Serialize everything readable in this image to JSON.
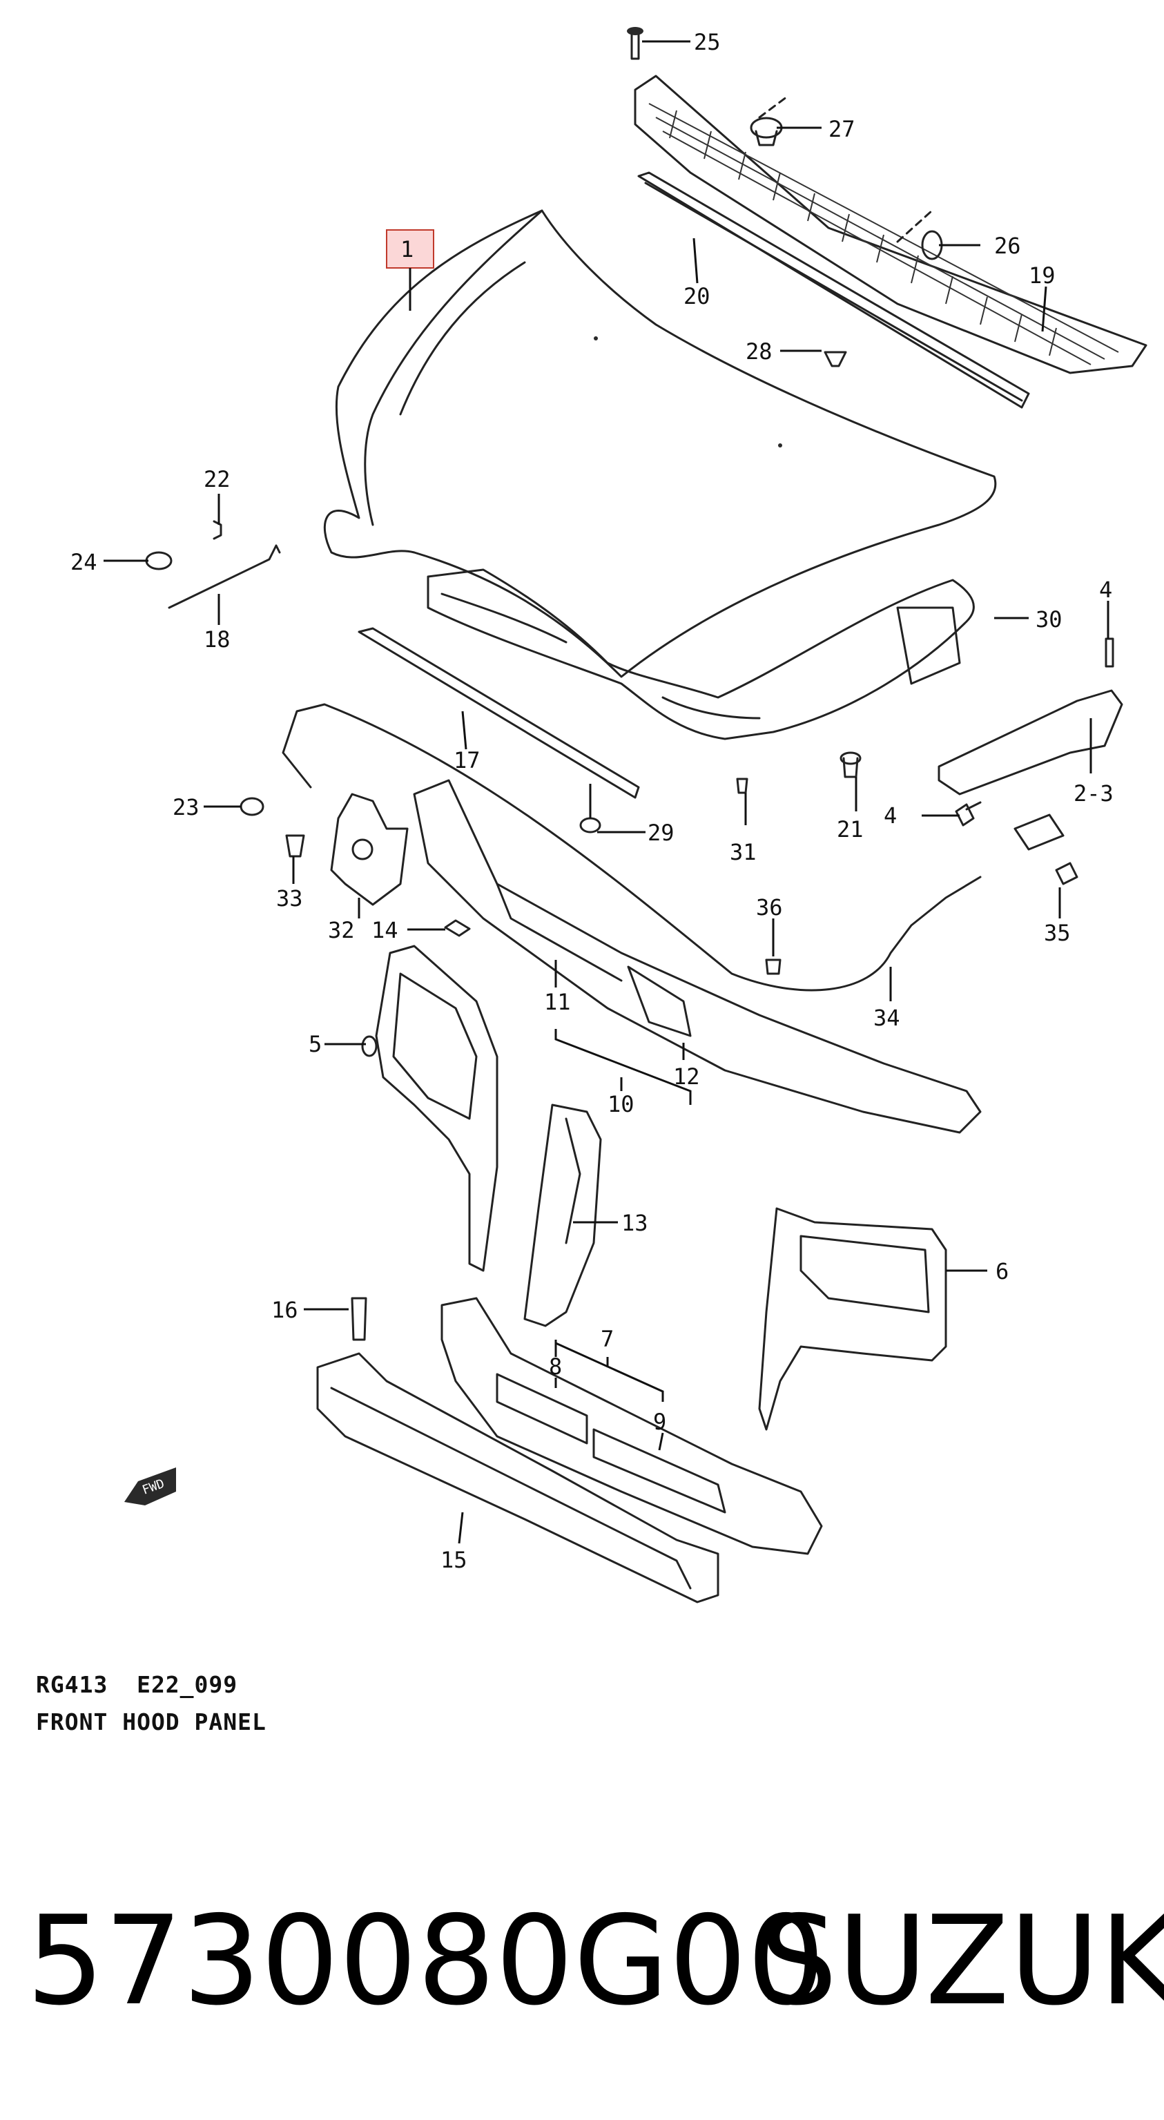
{
  "diagram": {
    "caption_code": "RG413  E22_099",
    "caption_title": "FRONT HOOD PANEL",
    "highlighted_label": "1",
    "direction_badge": "FWD",
    "callouts": [
      "1",
      "2-3",
      "4",
      "4",
      "5",
      "6",
      "7",
      "8",
      "9",
      "10",
      "11",
      "12",
      "13",
      "14",
      "15",
      "16",
      "17",
      "18",
      "19",
      "20",
      "21",
      "22",
      "23",
      "24",
      "25",
      "26",
      "27",
      "28",
      "29",
      "30",
      "31",
      "32",
      "33",
      "34",
      "35",
      "36"
    ]
  },
  "footer": {
    "part_number": "5730080G00",
    "brand": "SUZUKI"
  }
}
